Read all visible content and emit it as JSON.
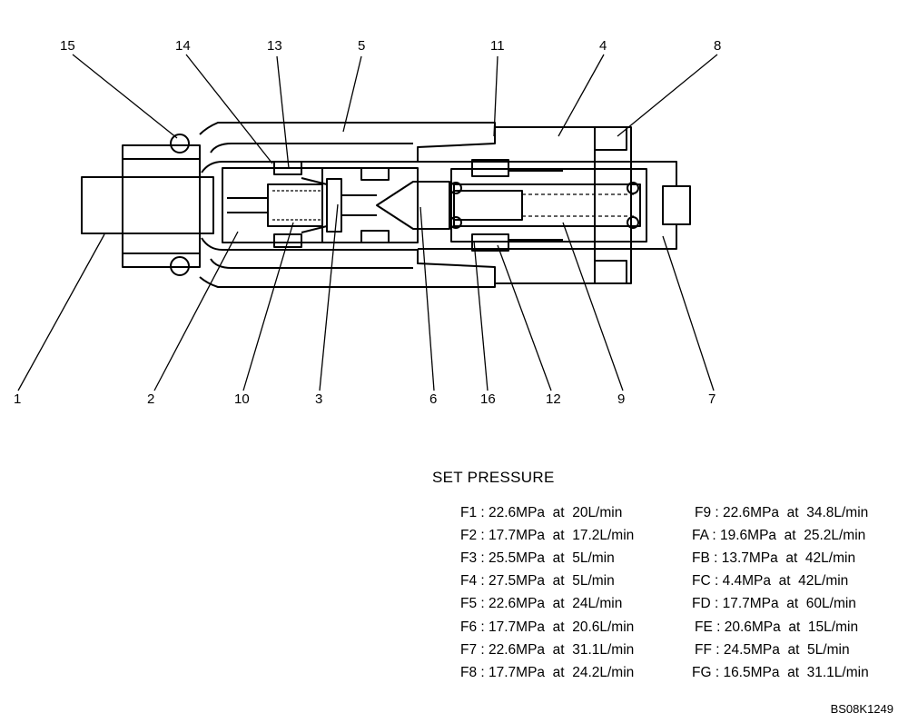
{
  "callouts": [
    "15",
    "14",
    "13",
    "5",
    "11",
    "4",
    "8",
    "1",
    "2",
    "10",
    "3",
    "6",
    "16",
    "12",
    "9",
    "7"
  ],
  "set_pressure_title": "SET PRESSURE",
  "pressures_left": [
    {
      "id": "F1",
      "text": "F1 : 22.6MPa  at  20L/min"
    },
    {
      "id": "F2",
      "text": "F2 : 17.7MPa  at  17.2L/min"
    },
    {
      "id": "F3",
      "text": "F3 : 25.5MPa  at  5L/min"
    },
    {
      "id": "F4",
      "text": "F4 : 27.5MPa  at  5L/min"
    },
    {
      "id": "F5",
      "text": "F5 : 22.6MPa  at  24L/min"
    },
    {
      "id": "F6",
      "text": "F6 : 17.7MPa  at  20.6L/min"
    },
    {
      "id": "F7",
      "text": "F7 : 22.6MPa  at  31.1L/min"
    },
    {
      "id": "F8",
      "text": "F8 : 17.7MPa  at  24.2L/min"
    }
  ],
  "pressures_right": [
    {
      "id": "F9",
      "text": "F9 : 22.6MPa  at  34.8L/min"
    },
    {
      "id": "FA",
      "text": "FA : 19.6MPa  at  25.2L/min"
    },
    {
      "id": "FB",
      "text": "FB : 13.7MPa  at  42L/min"
    },
    {
      "id": "FC",
      "text": "FC : 4.4MPa  at  42L/min"
    },
    {
      "id": "FD",
      "text": "FD : 17.7MPa  at  60L/min"
    },
    {
      "id": "FE",
      "text": "FE : 20.6MPa  at  15L/min"
    },
    {
      "id": "FF",
      "text": "FF : 24.5MPa  at  5L/min"
    },
    {
      "id": "FG",
      "text": "FG : 16.5MPa  at  31.1L/min"
    }
  ],
  "drawing_code": "BS08K1249"
}
